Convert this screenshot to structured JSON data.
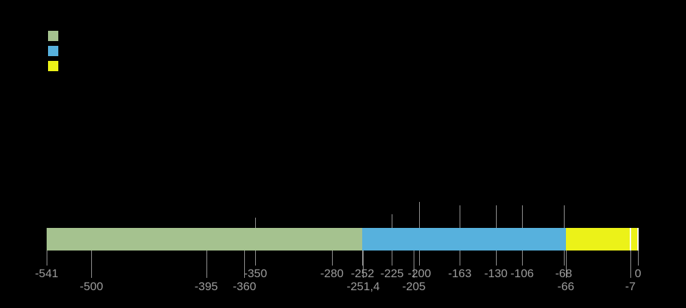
{
  "background_color": "#000000",
  "legend": {
    "swatches": [
      {
        "name": "green",
        "color": "#a5c28f"
      },
      {
        "name": "blue",
        "color": "#57b1dd"
      },
      {
        "name": "yellow",
        "color": "#ecf218"
      }
    ]
  },
  "chart_data": {
    "type": "timeline-bar",
    "x_min": -541,
    "x_max": 0,
    "segments": [
      {
        "name": "segment-green",
        "color": "#a5c28f",
        "start": -541,
        "end": -252
      },
      {
        "name": "segment-blue",
        "color": "#57b1dd",
        "start": -252,
        "end": -66
      },
      {
        "name": "segment-yellow",
        "color": "#ecf218",
        "start": -66,
        "end": 0
      }
    ],
    "axis_labels": [
      {
        "value": -541,
        "text": "-541",
        "row": 1
      },
      {
        "value": -500,
        "text": "-500",
        "row": 2
      },
      {
        "value": -395,
        "text": "-395",
        "row": 2
      },
      {
        "value": -360,
        "text": "-360",
        "row": 2
      },
      {
        "value": -350,
        "text": "-350",
        "row": 1
      },
      {
        "value": -280,
        "text": "-280",
        "row": 1
      },
      {
        "value": -252,
        "text": "-252",
        "row": 1
      },
      {
        "value": -251.4,
        "text": "-251,4",
        "row": 2
      },
      {
        "value": -225,
        "text": "-225",
        "row": 1
      },
      {
        "value": -205,
        "text": "-205",
        "row": 2
      },
      {
        "value": -200,
        "text": "-200",
        "row": 1
      },
      {
        "value": -163,
        "text": "-163",
        "row": 1
      },
      {
        "value": -130,
        "text": "-130",
        "row": 1
      },
      {
        "value": -106,
        "text": "-106",
        "row": 1
      },
      {
        "value": -68,
        "text": "-68",
        "row": 1
      },
      {
        "value": -66,
        "text": "-66",
        "row": 2
      },
      {
        "value": -7,
        "text": "-7",
        "row": 2
      },
      {
        "value": 0,
        "text": "0",
        "row": 1
      }
    ],
    "event_ticks_above": [
      {
        "value": -350,
        "length": 15
      },
      {
        "value": -225,
        "length": 20
      },
      {
        "value": -200,
        "length": 38
      },
      {
        "value": -163,
        "length": 33
      },
      {
        "value": -130,
        "length": 33
      },
      {
        "value": -106,
        "length": 33
      },
      {
        "value": -68,
        "length": 33
      }
    ],
    "white_markers": [
      -7,
      0
    ],
    "colors": {
      "tick": "#999999",
      "label": "#9c9c9c",
      "marker": "#ffffff"
    }
  }
}
